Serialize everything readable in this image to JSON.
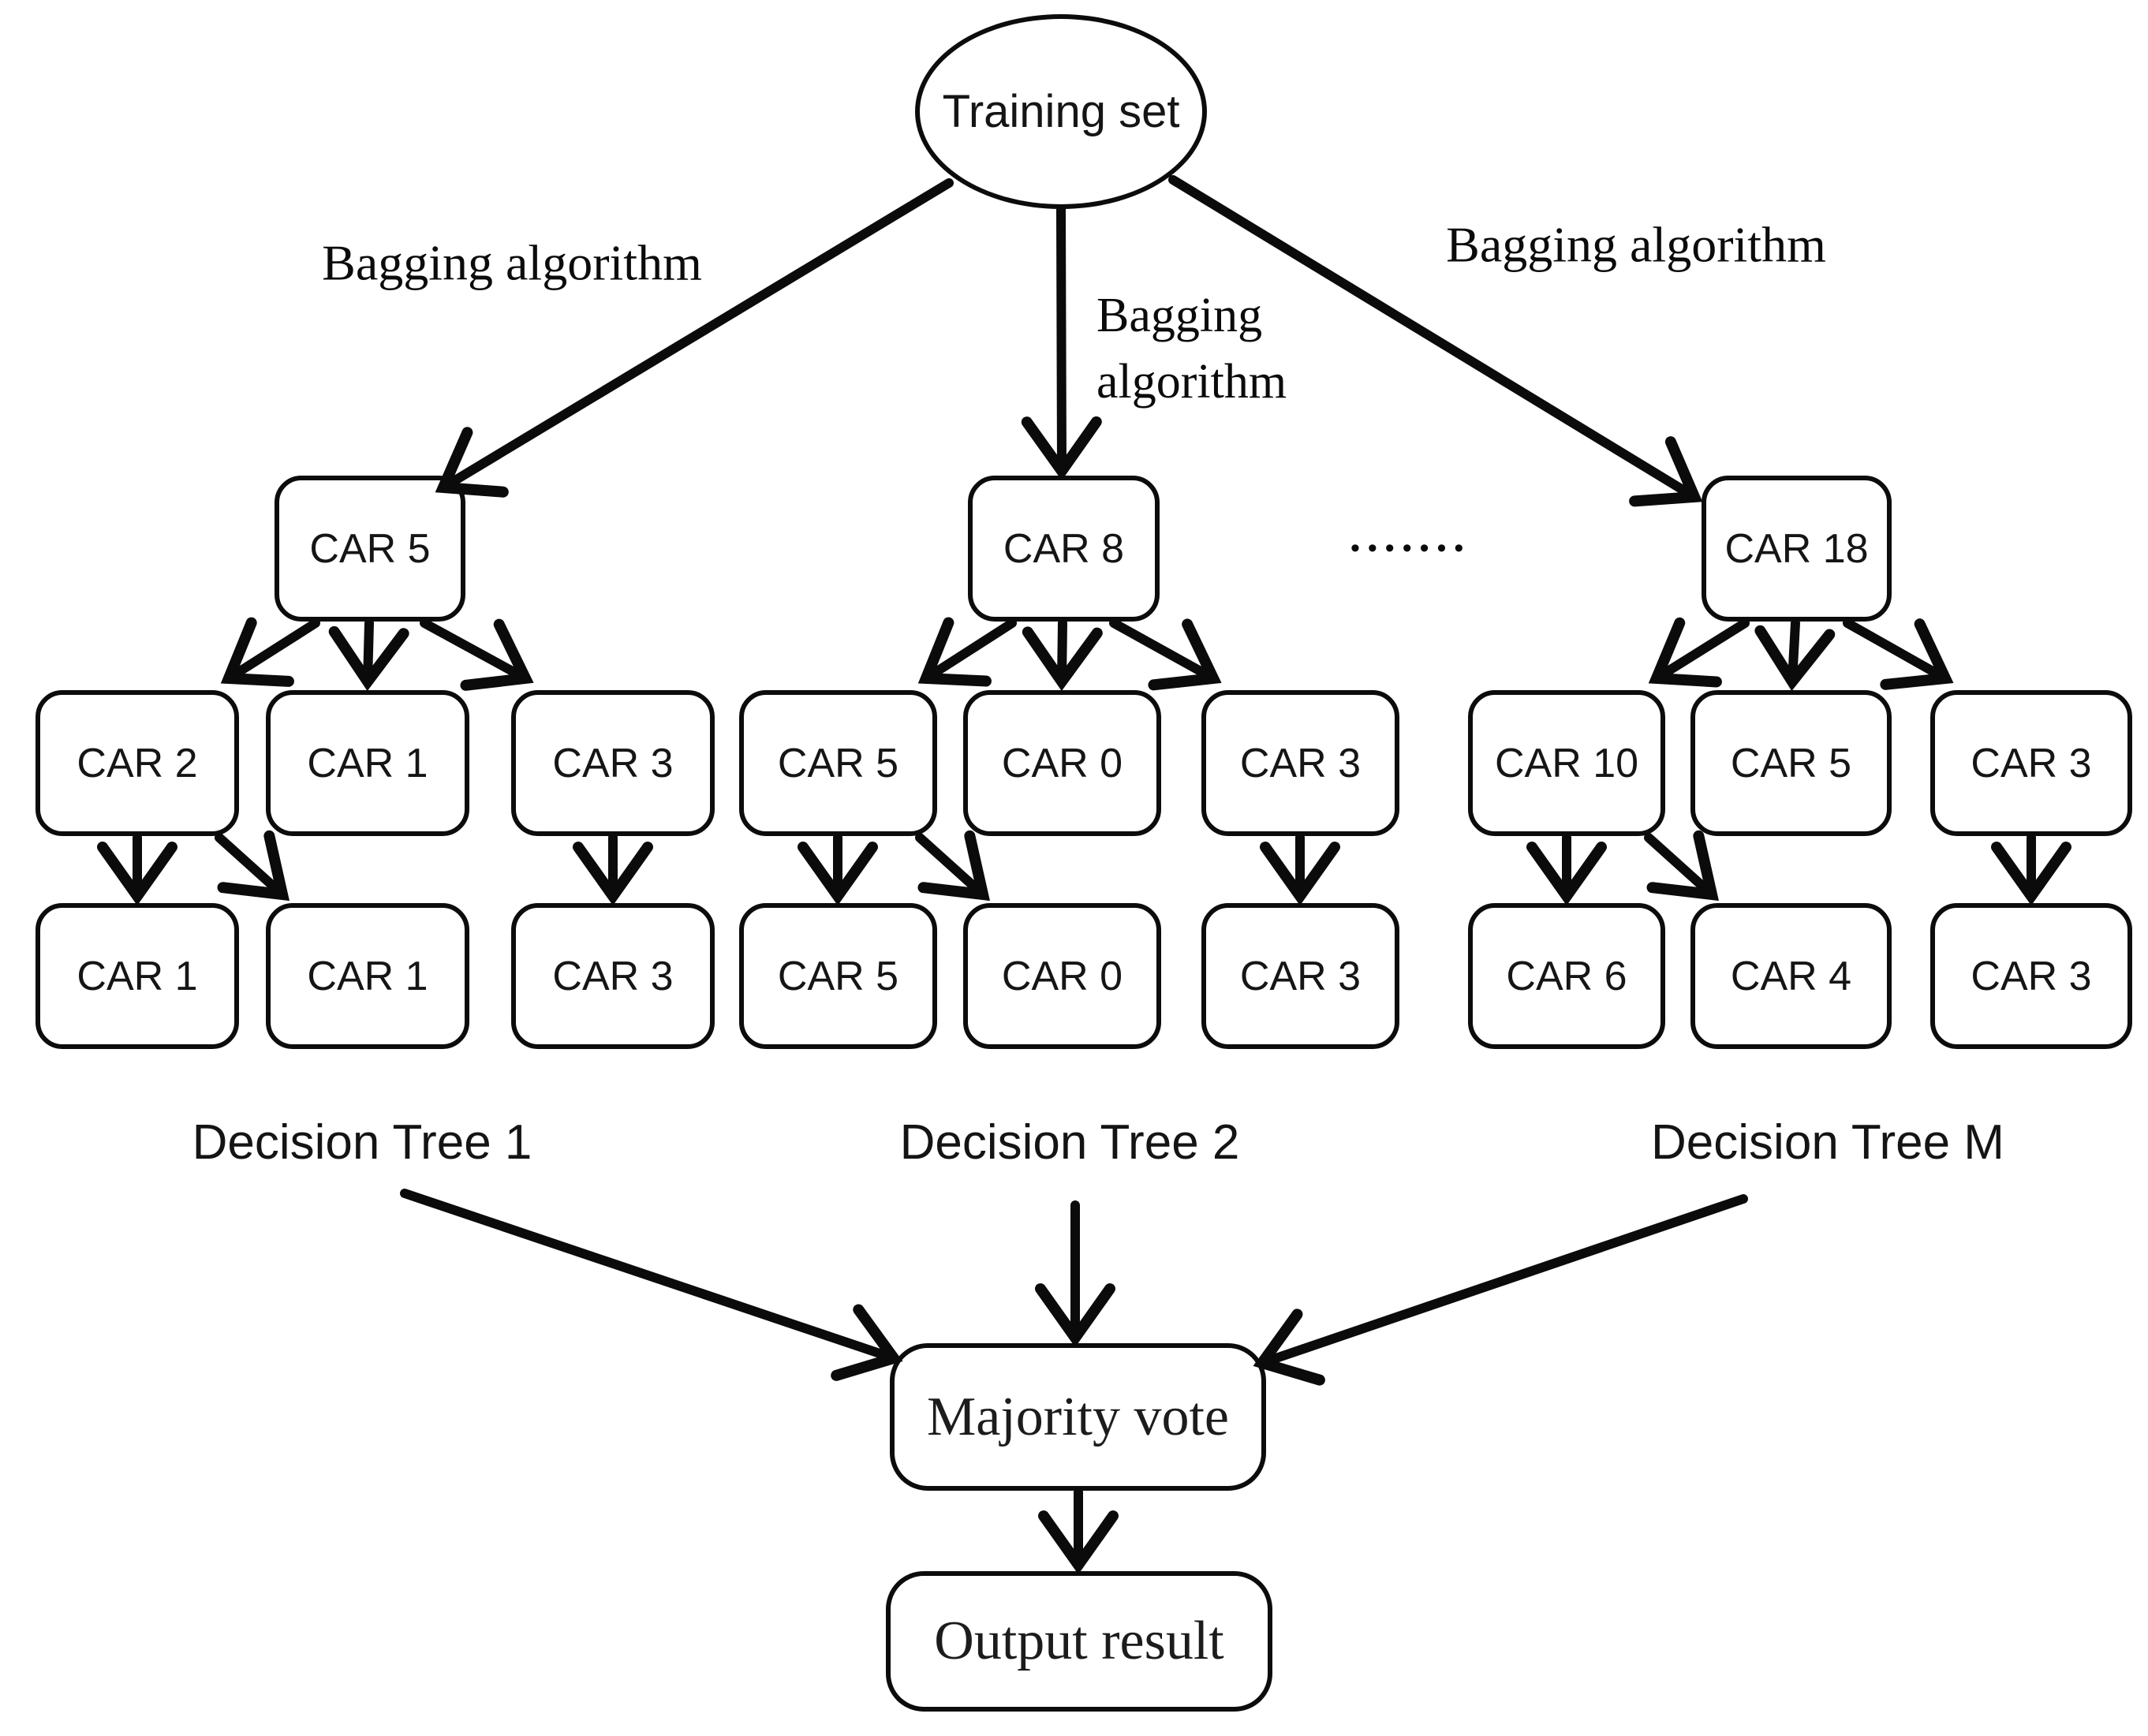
{
  "nodes": {
    "training_set": "Training set",
    "majority_vote": "Majority vote",
    "output_result": "Output result"
  },
  "labels": {
    "bagging_left": "Bagging algorithm",
    "bagging_center_line1": "Bagging",
    "bagging_center_line2": "algorithm",
    "bagging_right": "Bagging algorithm",
    "dots": "•••••••"
  },
  "trees": [
    {
      "label": "Decision Tree 1",
      "root": "CAR 5",
      "children": [
        "CAR 2",
        "CAR 1",
        "CAR 3"
      ],
      "leaves": [
        "CAR 1",
        "CAR 1",
        "CAR 3"
      ]
    },
    {
      "label": "Decision Tree 2",
      "root": "CAR 8",
      "children": [
        "CAR 5",
        "CAR 0",
        "CAR 3"
      ],
      "leaves": [
        "CAR 5",
        "CAR 0",
        "CAR 3"
      ]
    },
    {
      "label": "Decision Tree M",
      "root": "CAR 18",
      "children": [
        "CAR 10",
        "CAR 5",
        "CAR 3"
      ],
      "leaves": [
        "CAR 6",
        "CAR 4",
        "CAR 3"
      ]
    }
  ]
}
